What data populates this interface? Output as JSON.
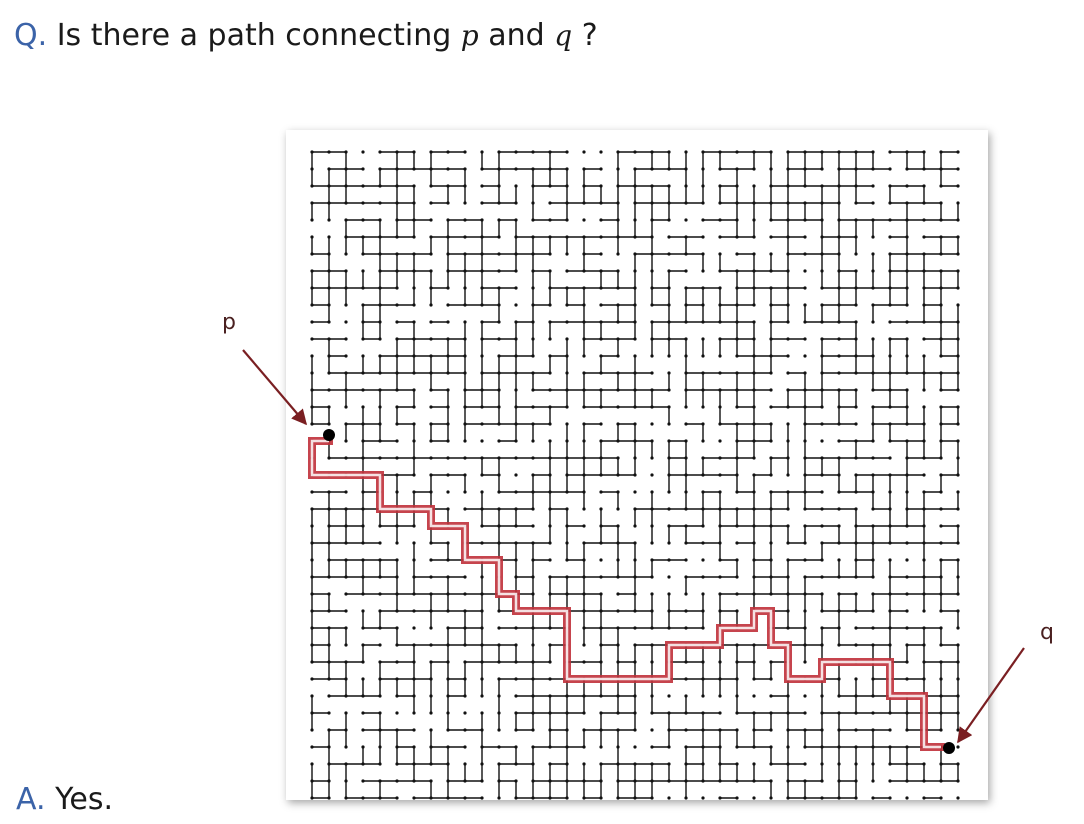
{
  "question": {
    "prefix": "Q.",
    "text_before": " Is there a path connecting ",
    "var_p": "p",
    "text_middle": " and ",
    "var_q": "q",
    "text_after": " ?"
  },
  "answer": {
    "prefix": "A.",
    "text": "  Yes."
  },
  "labels": {
    "p": "p",
    "q": "q"
  },
  "grid": {
    "cols": 39,
    "rows": 39,
    "seed": 7
  },
  "path": {
    "color": "#c0303a",
    "cells": [
      [
        1,
        17
      ],
      [
        0,
        17
      ],
      [
        0,
        18
      ],
      [
        0,
        19
      ],
      [
        1,
        19
      ],
      [
        2,
        19
      ],
      [
        3,
        19
      ],
      [
        4,
        19
      ],
      [
        4,
        20
      ],
      [
        4,
        21
      ],
      [
        5,
        21
      ],
      [
        6,
        21
      ],
      [
        7,
        21
      ],
      [
        7,
        22
      ],
      [
        8,
        22
      ],
      [
        9,
        22
      ],
      [
        9,
        23
      ],
      [
        9,
        24
      ],
      [
        10,
        24
      ],
      [
        11,
        24
      ],
      [
        11,
        25
      ],
      [
        11,
        26
      ],
      [
        12,
        26
      ],
      [
        12,
        27
      ],
      [
        13,
        27
      ],
      [
        14,
        27
      ],
      [
        15,
        27
      ],
      [
        15,
        28
      ],
      [
        15,
        29
      ],
      [
        15,
        30
      ],
      [
        15,
        31
      ],
      [
        16,
        31
      ],
      [
        17,
        31
      ],
      [
        18,
        31
      ],
      [
        19,
        31
      ],
      [
        20,
        31
      ],
      [
        21,
        31
      ],
      [
        21,
        30
      ],
      [
        21,
        29
      ],
      [
        22,
        29
      ],
      [
        23,
        29
      ],
      [
        24,
        29
      ],
      [
        24,
        28
      ],
      [
        25,
        28
      ],
      [
        26,
        28
      ],
      [
        26,
        27
      ],
      [
        27,
        27
      ],
      [
        27,
        28
      ],
      [
        27,
        29
      ],
      [
        28,
        29
      ],
      [
        28,
        30
      ],
      [
        28,
        31
      ],
      [
        29,
        31
      ],
      [
        30,
        31
      ],
      [
        30,
        30
      ],
      [
        31,
        30
      ],
      [
        32,
        30
      ],
      [
        33,
        30
      ],
      [
        34,
        30
      ],
      [
        34,
        31
      ],
      [
        34,
        32
      ],
      [
        35,
        32
      ],
      [
        36,
        32
      ],
      [
        36,
        33
      ],
      [
        36,
        34
      ],
      [
        36,
        35
      ],
      [
        37,
        35
      ]
    ]
  },
  "endpoints": {
    "p_cell": [
      1,
      17
    ],
    "q_cell": [
      37,
      35
    ]
  },
  "colors": {
    "accent": "#3b63a8",
    "arrow": "#7a1f22",
    "dot": "#000000"
  }
}
